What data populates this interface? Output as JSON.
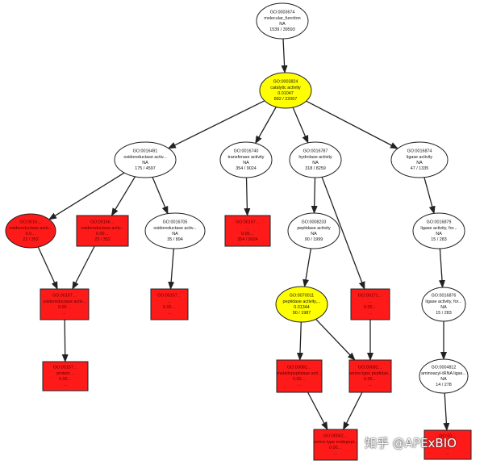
{
  "colors": {
    "significant_high": "#ff1a1a",
    "significant_mid": "#ffff00",
    "not_significant": "#ffffff",
    "edge": "#222222"
  },
  "nodes": [
    {
      "id": "mf",
      "shape": "ellipse",
      "fill": "#ffffff",
      "lines": [
        "GO:0003674",
        "molecular_function",
        "NA",
        "1539 / 39593"
      ]
    },
    {
      "id": "cat",
      "shape": "ellipse",
      "fill": "#ffff00",
      "lines": [
        "GO:0003824",
        "catalytic activity",
        "0.01047",
        "892 / 22067"
      ]
    },
    {
      "id": "oxi",
      "shape": "ellipse",
      "fill": "#ffffff",
      "lines": [
        "GO:0016491",
        "oxidoreductase activ...",
        "NA",
        "175 / 4597"
      ]
    },
    {
      "id": "tra",
      "shape": "ellipse",
      "fill": "#ffffff",
      "lines": [
        "GO:0016740",
        "transferase activity",
        "NA",
        "354 / 9024"
      ]
    },
    {
      "id": "hyd",
      "shape": "ellipse",
      "fill": "#ffffff",
      "lines": [
        "GO:0016787",
        "hydrolase activity",
        "NA",
        "318 / 8259"
      ]
    },
    {
      "id": "lig",
      "shape": "ellipse",
      "fill": "#ffffff",
      "lines": [
        "GO:0016874",
        "ligase activity",
        "NA",
        "47 / 1335"
      ]
    },
    {
      "id": "oxr1",
      "shape": "ellipse",
      "fill": "#ff1a1a",
      "lines": [
        "GO:0016…",
        "oxidoreductase activ...",
        "0.0…",
        "22 / 352"
      ]
    },
    {
      "id": "oxr2",
      "shape": "rect",
      "fill": "#ff1a1a",
      "lines": [
        "GO:00166…",
        "oxidoreductase activ...",
        "0.00…",
        "23 / 352"
      ]
    },
    {
      "id": "oxr3",
      "shape": "ellipse",
      "fill": "#ffffff",
      "lines": [
        "GO:0016705",
        "oxidoreductase activ...",
        "NA",
        "35 / 894"
      ]
    },
    {
      "id": "trr",
      "shape": "rect",
      "fill": "#ff1a1a",
      "lines": [
        "GO:00167…",
        "…",
        "0.00…",
        "354 / 9024"
      ]
    },
    {
      "id": "pep",
      "shape": "ellipse",
      "fill": "#ffffff",
      "lines": [
        "GO:0008233",
        "peptidase activity",
        "NA",
        "90 / 1999"
      ]
    },
    {
      "id": "lig2",
      "shape": "ellipse",
      "fill": "#ffffff",
      "lines": [
        "GO:0016879",
        "ligase activity, for...",
        "NA",
        "15 / 283"
      ]
    },
    {
      "id": "oxr4",
      "shape": "rect",
      "fill": "#ff1a1a",
      "lines": [
        "GO:00167…",
        "oxidoreductase activ...",
        "0.00…",
        "…"
      ]
    },
    {
      "id": "oxr5",
      "shape": "rect",
      "fill": "#ff1a1a",
      "lines": [
        "GO:00167…",
        "…",
        "0.00…",
        "…"
      ]
    },
    {
      "id": "pept",
      "shape": "ellipse",
      "fill": "#ffff00",
      "lines": [
        "GO:0070011",
        "peptidase activity,...",
        "0.01344",
        "90 / 1987"
      ]
    },
    {
      "id": "pepr",
      "shape": "rect",
      "fill": "#ff1a1a",
      "lines": [
        "GO:00171…",
        "…",
        "0.00…",
        "…"
      ]
    },
    {
      "id": "lig3",
      "shape": "ellipse",
      "fill": "#ffffff",
      "lines": [
        "GO:0016876",
        "ligase activity, for...",
        "NA",
        "15 / 283"
      ]
    },
    {
      "id": "oxr6",
      "shape": "rect",
      "fill": "#ff1a1a",
      "lines": [
        "GO:00167…",
        "protein…",
        "0.00…",
        "…"
      ]
    },
    {
      "id": "met",
      "shape": "rect",
      "fill": "#ff1a1a",
      "lines": [
        "GO:00082…",
        "metallopeptidase acti...",
        "0.00…",
        "…"
      ]
    },
    {
      "id": "ser",
      "shape": "rect",
      "fill": "#ff1a1a",
      "lines": [
        "GO:00082…",
        "serine-type peptidas...",
        "0.00…",
        "…"
      ]
    },
    {
      "id": "ami",
      "shape": "ellipse",
      "fill": "#ffffff",
      "lines": [
        "GO:0004812",
        "aminoacyl-tRNA ligas...",
        "NA",
        "14 / 278"
      ]
    },
    {
      "id": "ser2",
      "shape": "rect",
      "fill": "#ff1a1a",
      "lines": [
        "GO:00042…",
        "serine-type endopept...",
        "0.00…",
        "…"
      ]
    },
    {
      "id": "last",
      "shape": "rect",
      "fill": "#ff1a1a",
      "lines": [
        "GO:00…",
        "…",
        "…",
        "…"
      ]
    }
  ],
  "edges": [
    [
      "mf",
      "cat"
    ],
    [
      "cat",
      "oxi"
    ],
    [
      "cat",
      "tra"
    ],
    [
      "cat",
      "hyd"
    ],
    [
      "cat",
      "lig"
    ],
    [
      "oxi",
      "oxr1"
    ],
    [
      "oxi",
      "oxr2"
    ],
    [
      "oxi",
      "oxr3"
    ],
    [
      "tra",
      "trr"
    ],
    [
      "hyd",
      "pep"
    ],
    [
      "hyd",
      "pepr"
    ],
    [
      "lig",
      "lig2"
    ],
    [
      "oxr1",
      "oxr4"
    ],
    [
      "oxr2",
      "oxr4"
    ],
    [
      "oxr3",
      "oxr5"
    ],
    [
      "pep",
      "pept"
    ],
    [
      "lig2",
      "lig3"
    ],
    [
      "oxr4",
      "oxr6"
    ],
    [
      "pept",
      "met"
    ],
    [
      "pept",
      "ser"
    ],
    [
      "pepr",
      "ser"
    ],
    [
      "lig3",
      "ami"
    ],
    [
      "met",
      "ser2"
    ],
    [
      "ser",
      "ser2"
    ],
    [
      "ami",
      "last"
    ]
  ],
  "watermark": {
    "text": "知乎 @APExBIO"
  }
}
